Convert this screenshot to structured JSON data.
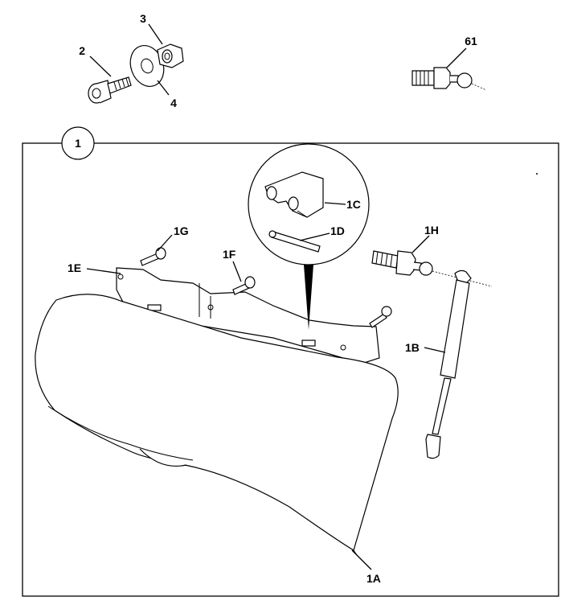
{
  "diagram": {
    "assembly_number": "1",
    "labels": {
      "bolt": "2",
      "nut": "3",
      "washer": "4",
      "ball_stud_top": "61",
      "bin": "1A",
      "strut": "1B",
      "clevis": "1C",
      "pin": "1D",
      "bracket": "1E",
      "screw_f": "1F",
      "screw_g": "1G",
      "ball_stud": "1H"
    }
  }
}
